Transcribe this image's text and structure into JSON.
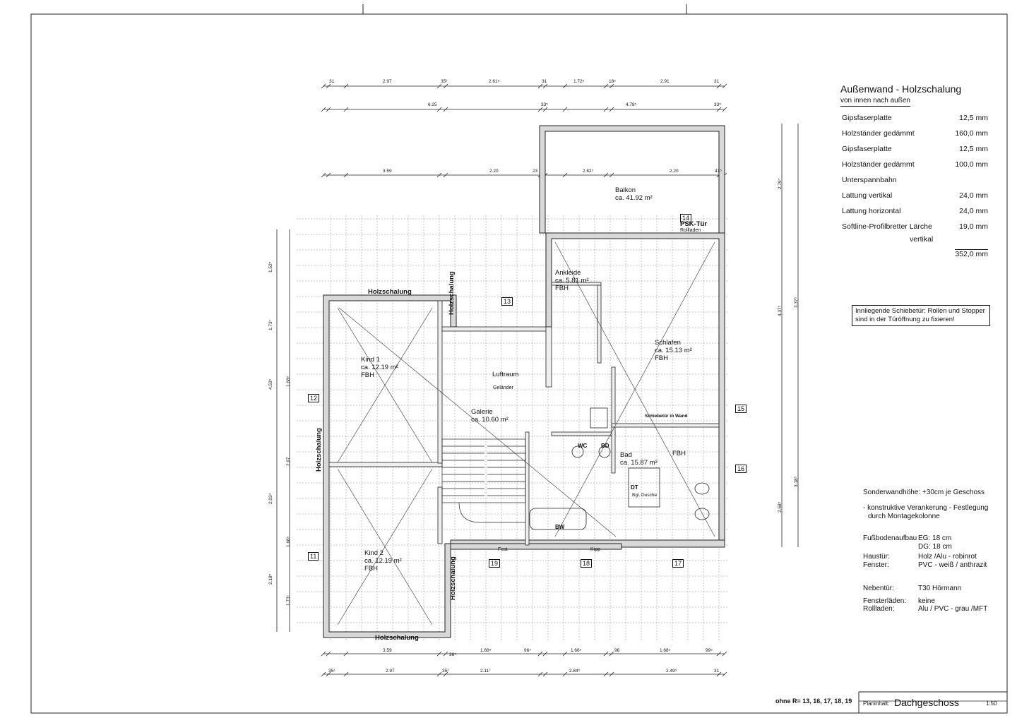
{
  "legend": {
    "title": "Außenwand - Holzschalung",
    "subtitle": "von innen nach außen",
    "layers": [
      {
        "name": "Gipsfaserplatte",
        "value": "12,5 mm"
      },
      {
        "name": "Holzständer gedämmt",
        "value": "160,0 mm"
      },
      {
        "name": "Gipsfaserplatte",
        "value": "12,5 mm"
      },
      {
        "name": "Holzständer gedämmt",
        "value": "100,0 mm"
      },
      {
        "name": "Unterspannbahn",
        "value": ""
      },
      {
        "name": "Lattung vertikal",
        "value": "24,0 mm"
      },
      {
        "name": "Lattung horizontal",
        "value": "24,0 mm"
      },
      {
        "name": "Softline-Profilbretter Lärche",
        "value": "19,0 mm"
      },
      {
        "name": "vertikal",
        "value": ""
      }
    ],
    "total": "352,0 mm"
  },
  "note": "Innliegende Schiebetür: Rollen und Stopper sind in der Türöffnung zu fixieren!",
  "info": {
    "sonderwand": "Sonderwandhöhe: +30cm je Geschoss",
    "verankerung_1": "- konstruktive Verankerung - Festlegung",
    "verankerung_2": "durch Montagekolonne",
    "fussboden_label": "Fußbodenaufbau",
    "eg": "EG:    18 cm",
    "dg": "DG:    18 cm",
    "haustuer_label": "Haustür:",
    "haustuer_value": "Holz /Alu - robinrot",
    "fenster_label": "Fenster:",
    "fenster_value": "PVC - weiß / anthrazit",
    "nebentuer_label": "Nebentür:",
    "nebentuer_value": "T30 Hörmann",
    "fensterladen_label": "Fensterläden:",
    "fensterladen_value": "keine",
    "rollladen_label": "Rollladen:",
    "rollladen_value": "Alu / PVC  - grau /MFT"
  },
  "title_block": {
    "ohne_r": "ohne R= 13, 16, 17, 18, 19",
    "planinhalt_label": "Planinhalt:",
    "planinhalt": "Dachgeschoss",
    "scale": "1:50"
  },
  "rooms": [
    {
      "name": "Balkon",
      "area": "ca. 41.92 m²",
      "floor": ""
    },
    {
      "name": "Ankleide",
      "area": "ca. 5.81 m²",
      "floor": "FBH"
    },
    {
      "name": "Schlafen",
      "area": "ca. 15.13 m²",
      "floor": "FBH"
    },
    {
      "name": "Kind 1",
      "area": "ca. 12.19 m²",
      "floor": "FBH"
    },
    {
      "name": "Luftraum",
      "area": "",
      "floor": ""
    },
    {
      "name": "Galerie",
      "area": "ca. 10.60 m²",
      "floor": ""
    },
    {
      "name": "Bad",
      "area": "ca. 15.87 m²",
      "floor": "FBH"
    },
    {
      "name": "Kind 2",
      "area": "ca. 12.19 m²",
      "floor": "FBH"
    }
  ],
  "wall_labels": {
    "top": "Holzschalung",
    "bottom": "Holzschalung",
    "left": "Holzschalung",
    "mid_top": "Holzschalung",
    "mid_bottom": "Holzschalung"
  },
  "window_numbers": [
    "13",
    "14",
    "15",
    "16",
    "12",
    "11",
    "19",
    "18",
    "17"
  ],
  "misc": {
    "psk": "PSK-Tür",
    "rollladen": "Rollladen",
    "fest": "Fest",
    "kipp": "Kipp",
    "gelaender": "Geländer",
    "schiebetuer": "Schiebetür in Wand",
    "wc": "WC",
    "bd": "BD",
    "bw": "BW",
    "dt": "DT",
    "dusche": "Bgl. Dusche"
  },
  "dims_top_row1": [
    "31",
    "2.97",
    "35²",
    "2.61⁵",
    "31",
    "1.72⁵",
    "18⁵",
    "2.91",
    "31"
  ],
  "dims_top_row2": [
    "6.25",
    "33⁵",
    "4.78⁵",
    "33⁵"
  ],
  "dims_top_row3": [
    "3.59",
    "2.20",
    "23",
    "2.82⁵",
    "2.20",
    "41⁵"
  ],
  "dims_bottom_row1": [
    "3.59",
    "36⁵",
    "1.68⁵",
    "96⁵",
    "1.66⁵",
    "96",
    "1.68⁵",
    "99⁵"
  ],
  "dims_bottom_row2": [
    "35²",
    "2.97",
    "35²",
    "2.11⁷",
    "2.84⁵",
    "2.49⁵",
    "31"
  ],
  "dims_left": [
    "1.52⁵",
    "1.73⁷",
    "4.53⁵",
    "1.68⁵",
    "2.97",
    "2.03⁴",
    "1.68⁵",
    "2.18⁵",
    "1.73⁷"
  ],
  "dims_right": [
    "2.79⁷",
    "4.37⁵",
    "3.37⁵",
    "3.18⁵",
    "2.58⁵"
  ]
}
